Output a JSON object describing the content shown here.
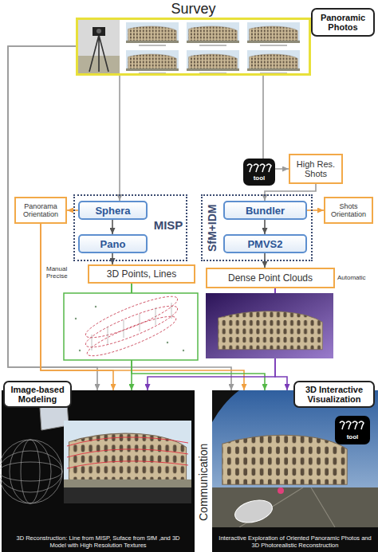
{
  "diagram": {
    "nodes": [
      {
        "text": [
          "Survey"
        ]
      },
      {
        "text": [
          "Panoramic Photos"
        ],
        "in": 0
      },
      {
        "text": [
          "High Res. Shots"
        ]
      },
      {
        "text": [
          "Panorama Orientation"
        ]
      },
      {
        "text": [
          "MISP"
        ]
      },
      {
        "text": [
          "Sphera"
        ],
        "in": 4
      },
      {
        "text": [
          "Pano"
        ],
        "in": 4
      },
      {
        "text": [
          "SfM+IDM"
        ]
      },
      {
        "text": [
          "Bundler"
        ],
        "in": 7
      },
      {
        "text": [
          "PMVS2"
        ],
        "in": 7
      },
      {
        "text": [
          "Shots Orientation"
        ]
      },
      {
        "text": [
          "3D Points, Lines"
        ]
      },
      {
        "text": [
          "Dense Point Clouds"
        ]
      },
      {
        "text": [
          "Image-based Modeling",
          "3D Reconstruction: Line from MISP, Suface from SfM ,and 3D Model with High Resolution Textures"
        ]
      },
      {
        "text": [
          "3D Interactive Visualization",
          "Interactive Exploration of Oriented Panoramic Photos and 3D Photorealistic Reconstruction"
        ]
      }
    ],
    "edges": [
      {
        "from": 0,
        "to": 5,
        "arrow": "to"
      },
      {
        "from": 0,
        "to": 2,
        "arrow": "to"
      },
      {
        "from": 2,
        "to": 8,
        "arrow": "to"
      },
      {
        "from": 5,
        "to": 3,
        "arrow": "to"
      },
      {
        "from": 5,
        "to": 6,
        "arrow": "to"
      },
      {
        "from": 6,
        "to": 11,
        "arrow": "to"
      },
      {
        "from": 8,
        "to": 10,
        "arrow": "to"
      },
      {
        "from": 8,
        "to": 9,
        "arrow": "to"
      },
      {
        "from": 9,
        "to": 12,
        "arrow": "to"
      },
      {
        "from": 0,
        "to": 13,
        "arrow": "to"
      },
      {
        "from": 0,
        "to": 14,
        "arrow": "to"
      },
      {
        "from": 3,
        "to": 13,
        "arrow": "to"
      },
      {
        "from": 3,
        "to": 14,
        "arrow": "to"
      },
      {
        "from": 11,
        "to": 13,
        "arrow": "to"
      },
      {
        "from": 11,
        "to": 14,
        "arrow": "to"
      },
      {
        "from": 12,
        "to": 13,
        "arrow": "to"
      },
      {
        "from": 12,
        "to": 14,
        "arrow": "to"
      }
    ],
    "labels": [
      "tool",
      "Manual Precise",
      "Automatic",
      "tool",
      "Communication"
    ]
  }
}
